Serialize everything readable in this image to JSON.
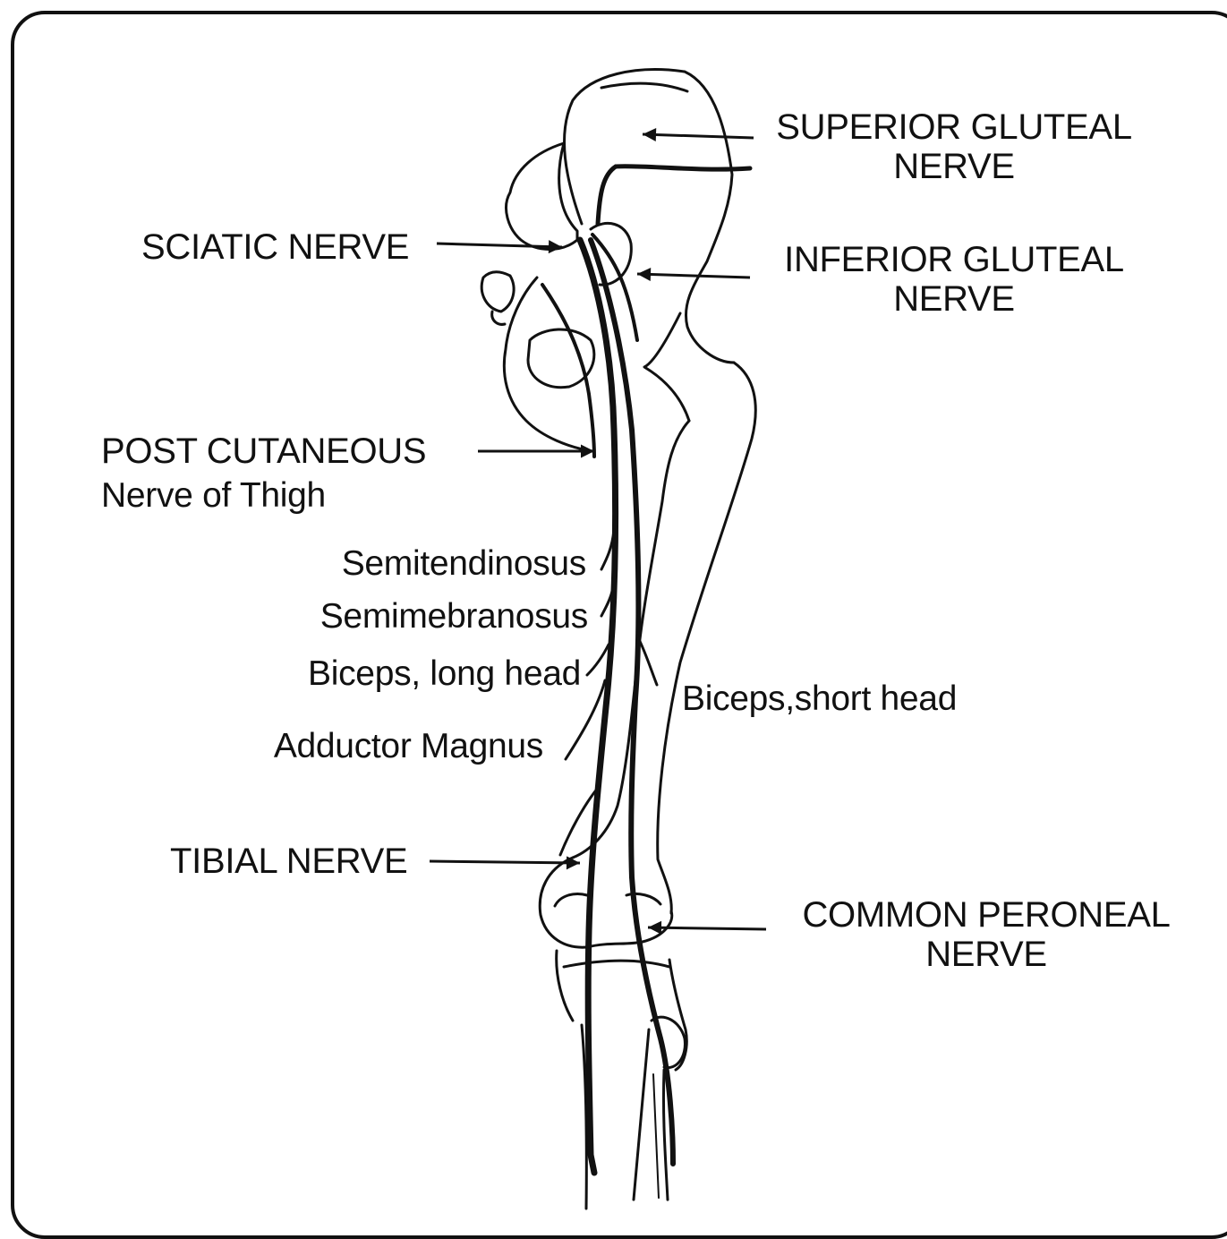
{
  "labels": {
    "superior_gluteal_nerve": {
      "line1": "SUPERIOR GLUTEAL",
      "line2": "NERVE"
    },
    "sciatic_nerve": "SCIATIC NERVE",
    "inferior_gluteal_nerve": {
      "line1": "INFERIOR GLUTEAL",
      "line2": "NERVE"
    },
    "post_cutaneous": {
      "line1": "POST CUTANEOUS",
      "line2": "Nerve of Thigh"
    },
    "semitendinosus": "Semitendinosus",
    "semimebranosus": "Semimebranosus",
    "biceps_long_head": "Biceps, long head",
    "biceps_short_head": "Biceps,short head",
    "adductor_magnus": "Adductor Magnus",
    "tibial_nerve": "TIBIAL NERVE",
    "common_peroneal_nerve": {
      "line1": "COMMON PERONEAL",
      "line2": "NERVE"
    }
  },
  "colors": {
    "ink": "#111111",
    "background": "#ffffff"
  }
}
